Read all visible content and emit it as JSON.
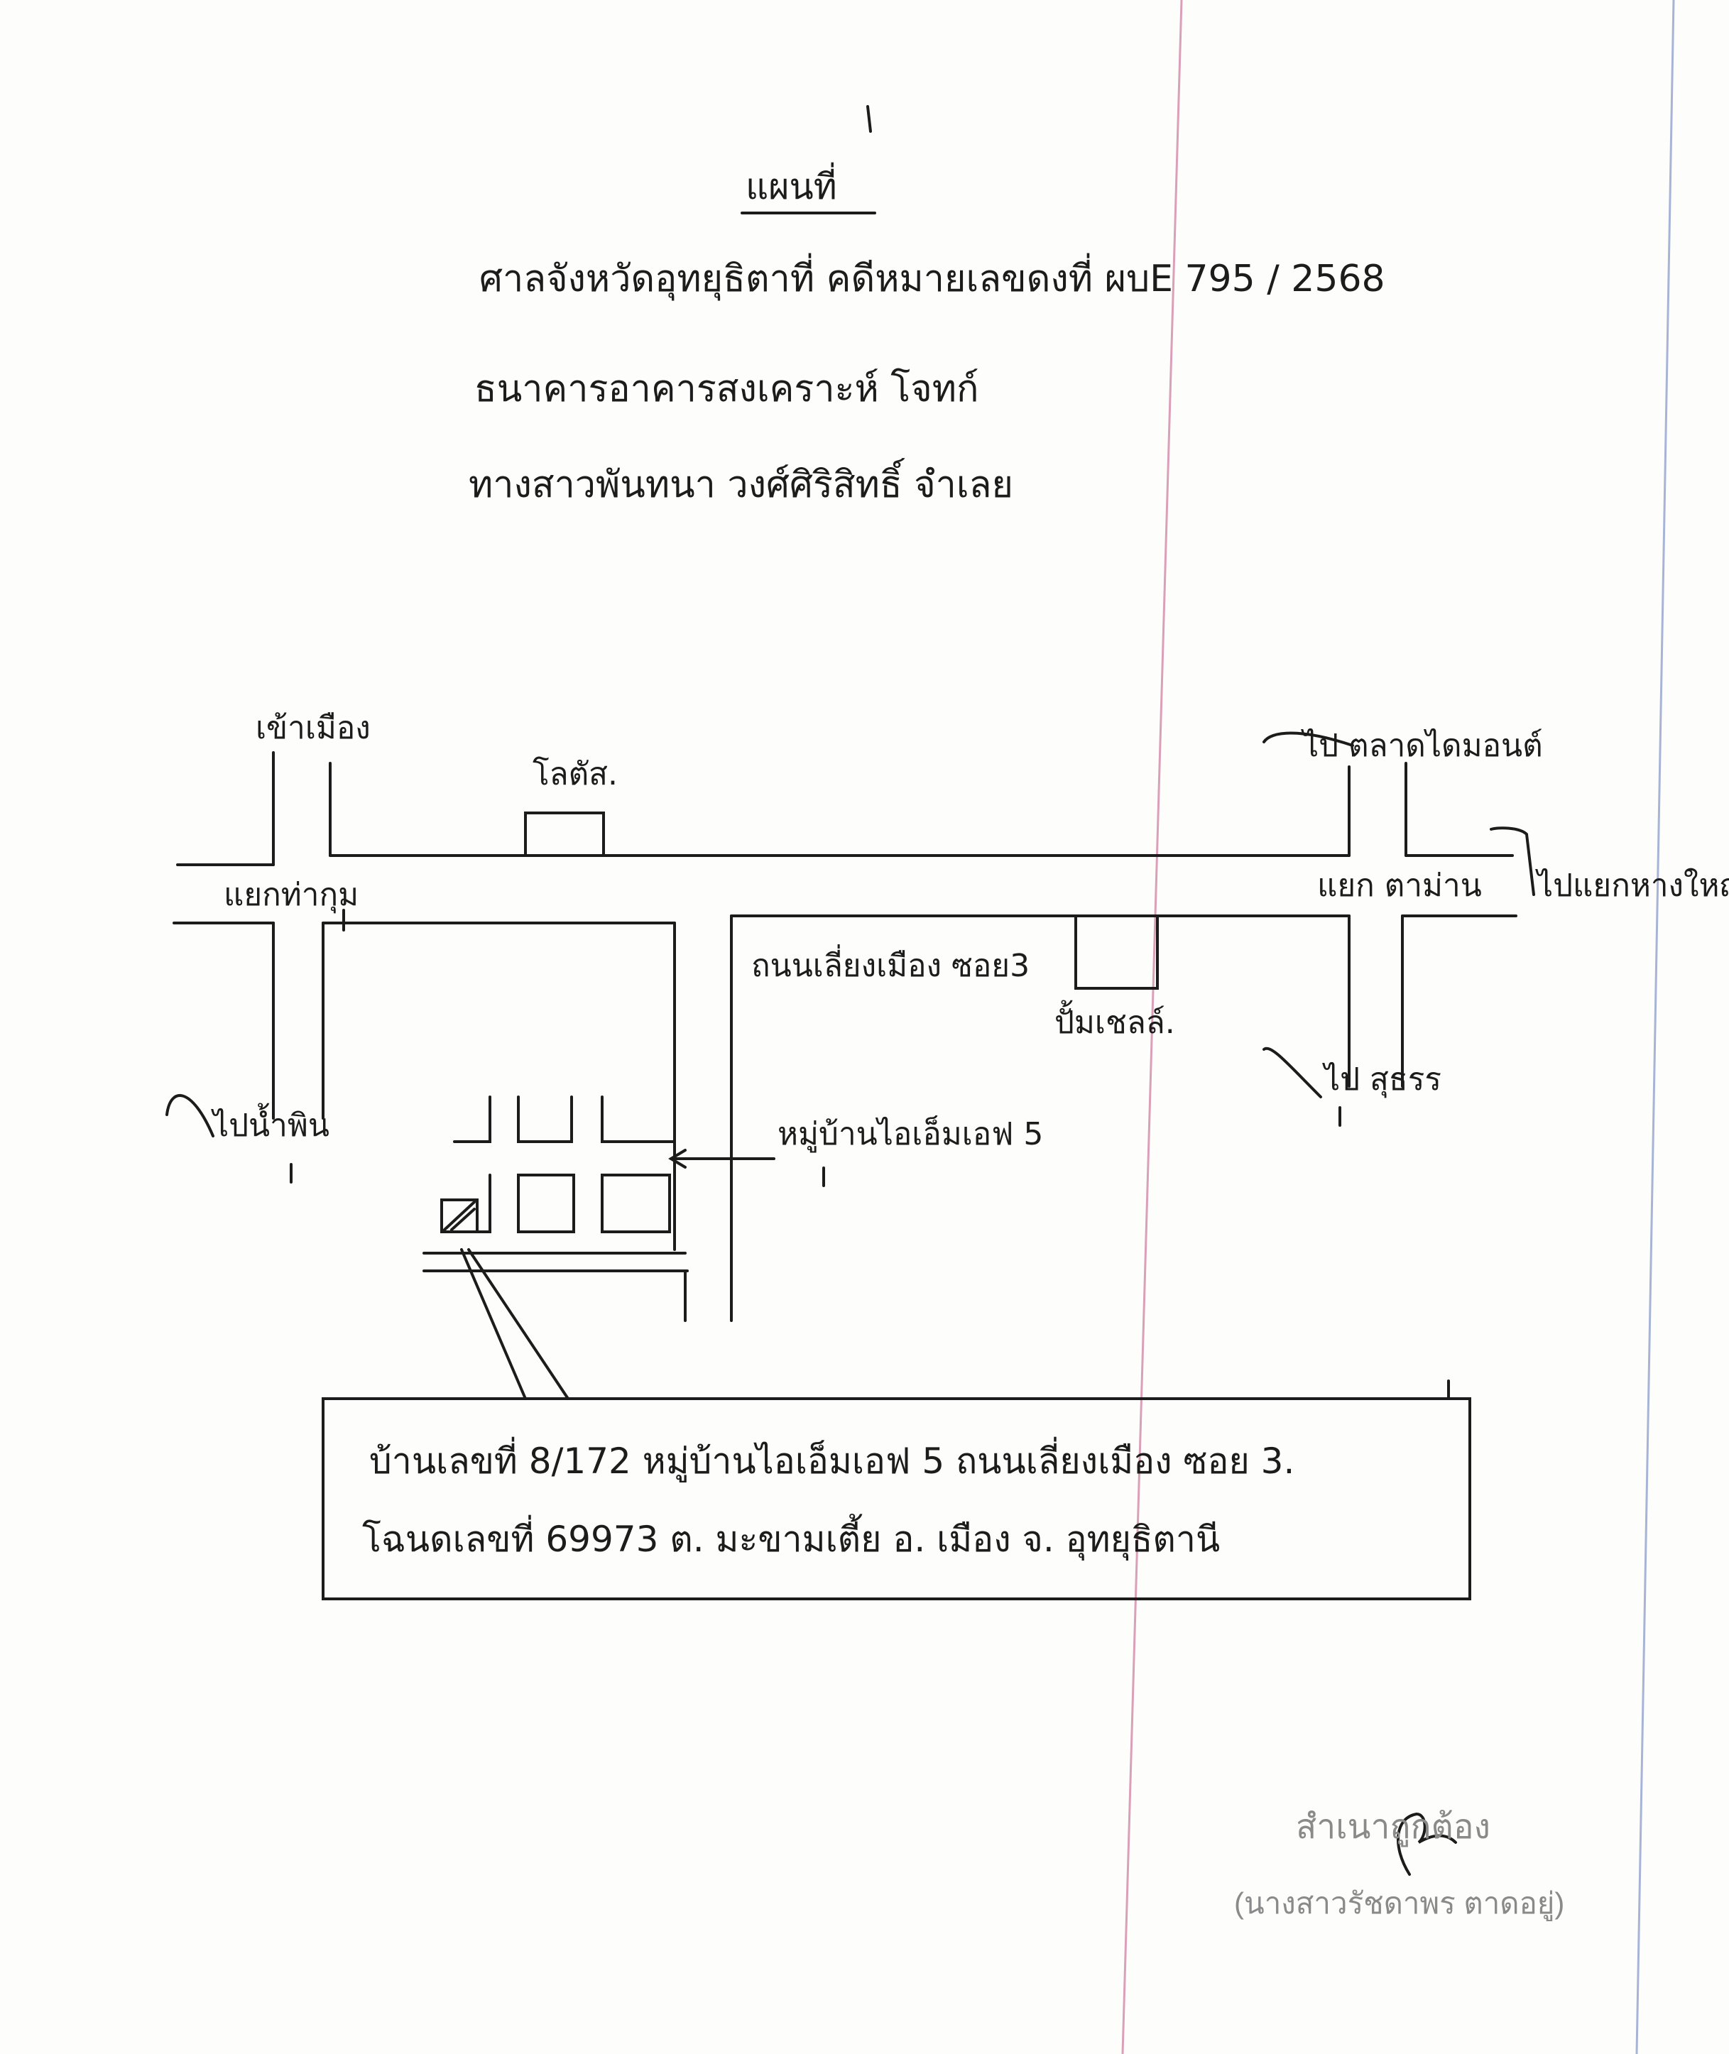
{
  "header": {
    "title": "แผนที่",
    "line1": "ศาลจังหวัดอุทยุธิตาที่   คดีหมายเลขดงที่ ผบE 795 / 2568",
    "line2": "ธนาคารอาคารสงเคราะห์            โจทก์",
    "line3": "ทางสาวพันทนา วงศ์ศิริสิทธิ์       จำเลย"
  },
  "map": {
    "labels": {
      "to_muang_top": "เข้าเมือง",
      "lotus": "โลตัส.",
      "to_market": "ไป ตลาดไดมอนต์",
      "to_big_junction": "ไปแยกหางใหญ่",
      "junction_left": "แยกท่ากุม",
      "junction_right": "แยก ตาม่าน",
      "soi_road": "ถนนเลี่ยงเมือง ซอย3",
      "gas_station": "ปั้มเชลล์.",
      "to_sukhon": "ไป สุธรร",
      "to_nam_phin": "ไปน้ำพิน",
      "village": "หมู่บ้านไอเอ็มเอฟ 5"
    },
    "address_line1": "บ้านเลขที่ 8/172  หมู่บ้านไอเอ็มเอฟ 5  ถนนเลี่ยงเมือง ซอย 3.",
    "address_line2": "โฉนดเลขที่  69973   ต. มะขามเตี้ย  อ. เมือง  จ. อุทยุธิตานี"
  },
  "certification": {
    "text": "สำเนาถูกต้อง",
    "name": "(นางสาวรัชดาพร  ตาดอยู่)"
  }
}
